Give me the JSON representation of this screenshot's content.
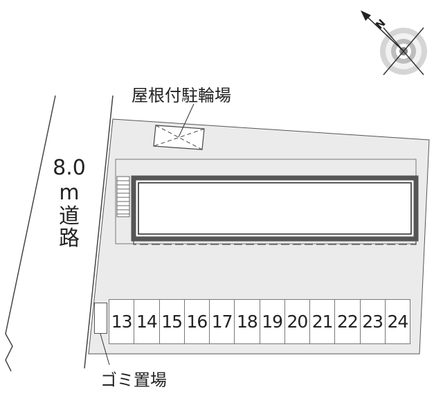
{
  "road": {
    "width_label": "8.0",
    "unit_label": "m",
    "name_char_1": "道",
    "name_char_2": "路"
  },
  "labels": {
    "covered_bicycle_parking": "屋根付駐輪場",
    "garbage_area": "ゴミ置場"
  },
  "compass": {
    "north_letter": "N"
  },
  "parking_stalls": [
    "13",
    "14",
    "15",
    "16",
    "17",
    "18",
    "19",
    "20",
    "21",
    "22",
    "23",
    "24"
  ],
  "colors": {
    "lot": "#ebebeb",
    "building_outline": "#555555",
    "line": "#444444"
  }
}
